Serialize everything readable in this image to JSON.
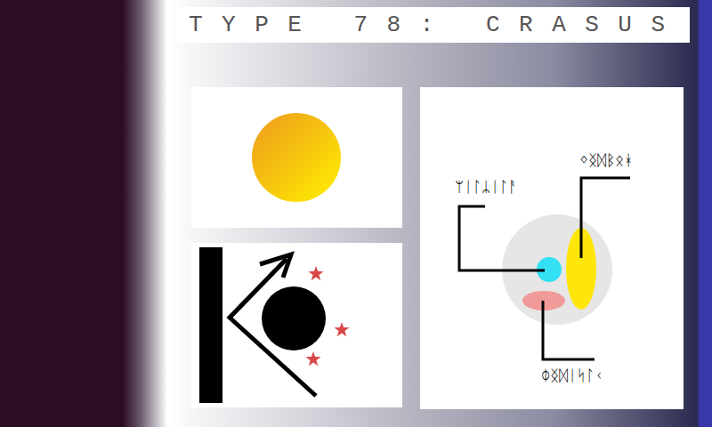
{
  "diagram": {
    "title": "TYPE 78: CRASUS",
    "labels": [
      "ᛜᛝᛞᛒᛟᚼ",
      "ᛘᛁᛚᛦᛁᛚᚨ",
      "ᛰᛝᛞᛁᛋᛚᚲ"
    ]
  }
}
